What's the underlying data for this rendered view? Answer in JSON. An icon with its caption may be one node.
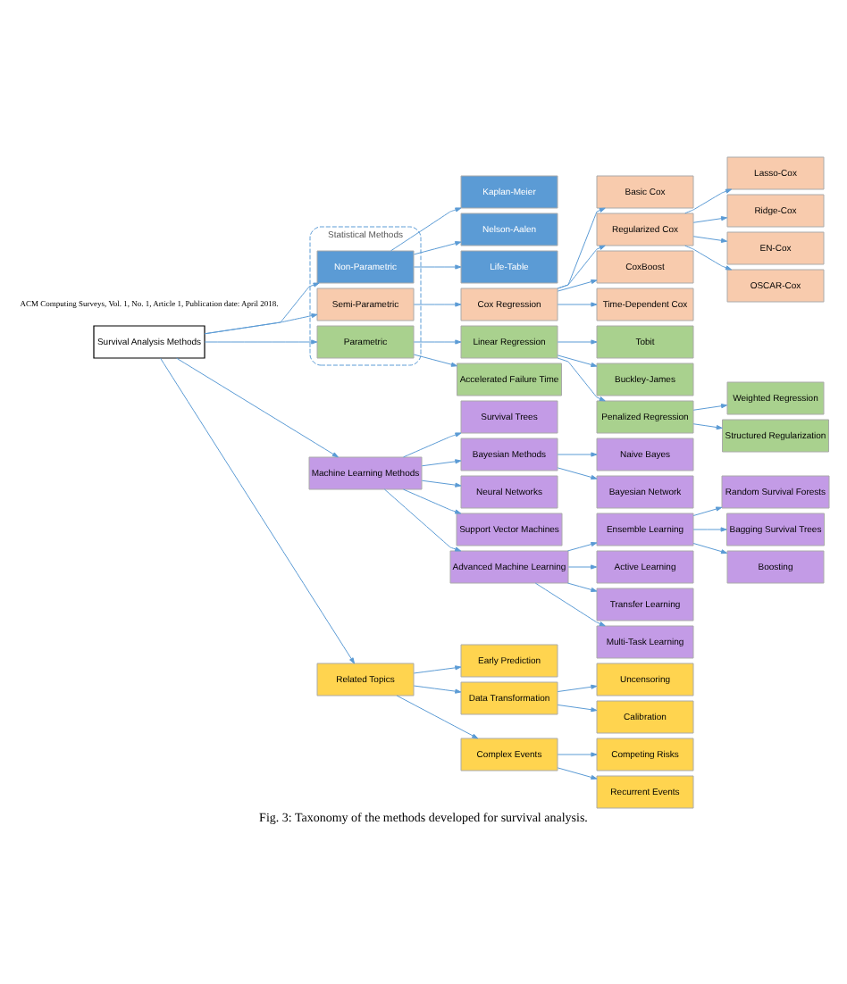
{
  "diagram": {
    "caption": "Fig. 3: Taxonomy of the methods developed for survival analysis.",
    "nodes": [
      {
        "text": [
          "Survival Analysis Methods"
        ]
      },
      {
        "text": [
          "Statistical Methods"
        ]
      },
      {
        "text": [
          "Non-Parametric"
        ],
        "in": 1
      },
      {
        "text": [
          "Semi-Parametric"
        ],
        "in": 1
      },
      {
        "text": [
          "Parametric"
        ],
        "in": 1
      },
      {
        "text": [
          "Machine Learning Methods"
        ]
      },
      {
        "text": [
          "Related Topics"
        ]
      },
      {
        "text": [
          "Kaplan-Meier"
        ]
      },
      {
        "text": [
          "Nelson-Aalen"
        ]
      },
      {
        "text": [
          "Life-Table"
        ]
      },
      {
        "text": [
          "Cox Regression"
        ]
      },
      {
        "text": [
          "Basic Cox"
        ]
      },
      {
        "text": [
          "Regularized Cox"
        ]
      },
      {
        "text": [
          "CoxBoost"
        ]
      },
      {
        "text": [
          "Time-Dependent Cox"
        ]
      },
      {
        "text": [
          "Lasso-Cox"
        ]
      },
      {
        "text": [
          "Ridge-Cox"
        ]
      },
      {
        "text": [
          "EN-Cox"
        ]
      },
      {
        "text": [
          "OSCAR-Cox"
        ]
      },
      {
        "text": [
          "Linear Regression"
        ]
      },
      {
        "text": [
          "Accelerated Failure Time"
        ]
      },
      {
        "text": [
          "Tobit"
        ]
      },
      {
        "text": [
          "Buckley-James"
        ]
      },
      {
        "text": [
          "Penalized Regression"
        ]
      },
      {
        "text": [
          "Weighted Regression"
        ]
      },
      {
        "text": [
          "Structured Regularization"
        ]
      },
      {
        "text": [
          "Survival Trees"
        ]
      },
      {
        "text": [
          "Bayesian Methods"
        ]
      },
      {
        "text": [
          "Neural Networks"
        ]
      },
      {
        "text": [
          "Support Vector Machines"
        ]
      },
      {
        "text": [
          "Advanced Machine Learning"
        ]
      },
      {
        "text": [
          "Naive Bayes"
        ]
      },
      {
        "text": [
          "Bayesian Network"
        ]
      },
      {
        "text": [
          "Ensemble Learning"
        ]
      },
      {
        "text": [
          "Active Learning"
        ]
      },
      {
        "text": [
          "Transfer Learning"
        ]
      },
      {
        "text": [
          "Multi-Task Learning"
        ]
      },
      {
        "text": [
          "Random Survival Forests"
        ]
      },
      {
        "text": [
          "Bagging Survival Trees"
        ]
      },
      {
        "text": [
          "Boosting"
        ]
      },
      {
        "text": [
          "Early Prediction"
        ]
      },
      {
        "text": [
          "Data Transformation"
        ]
      },
      {
        "text": [
          "Complex Events"
        ]
      },
      {
        "text": [
          "Uncensoring"
        ]
      },
      {
        "text": [
          "Calibration"
        ]
      },
      {
        "text": [
          "Competing Risks"
        ]
      },
      {
        "text": [
          "Recurrent Events"
        ]
      }
    ],
    "edges": [
      {
        "from": 0,
        "to": 2,
        "arrow": "to"
      },
      {
        "from": 0,
        "to": 3,
        "arrow": "to"
      },
      {
        "from": 0,
        "to": 4,
        "arrow": "to"
      },
      {
        "from": 0,
        "to": 5,
        "arrow": "to"
      },
      {
        "from": 0,
        "to": 6,
        "arrow": "to"
      },
      {
        "from": 2,
        "to": 7,
        "arrow": "to"
      },
      {
        "from": 2,
        "to": 8,
        "arrow": "to"
      },
      {
        "from": 2,
        "to": 9,
        "arrow": "to"
      },
      {
        "from": 3,
        "to": 10,
        "arrow": "to"
      },
      {
        "from": 10,
        "to": 11,
        "arrow": "to"
      },
      {
        "from": 10,
        "to": 12,
        "arrow": "to"
      },
      {
        "from": 10,
        "to": 13,
        "arrow": "to"
      },
      {
        "from": 10,
        "to": 14,
        "arrow": "to"
      },
      {
        "from": 12,
        "to": 15,
        "arrow": "to"
      },
      {
        "from": 12,
        "to": 16,
        "arrow": "to"
      },
      {
        "from": 12,
        "to": 17,
        "arrow": "to"
      },
      {
        "from": 12,
        "to": 18,
        "arrow": "to"
      },
      {
        "from": 4,
        "to": 19,
        "arrow": "to"
      },
      {
        "from": 4,
        "to": 20,
        "arrow": "to"
      },
      {
        "from": 19,
        "to": 21,
        "arrow": "to"
      },
      {
        "from": 19,
        "to": 22,
        "arrow": "to"
      },
      {
        "from": 19,
        "to": 23,
        "arrow": "to"
      },
      {
        "from": 23,
        "to": 24,
        "arrow": "to"
      },
      {
        "from": 23,
        "to": 25,
        "arrow": "to"
      },
      {
        "from": 5,
        "to": 26,
        "arrow": "to"
      },
      {
        "from": 5,
        "to": 27,
        "arrow": "to"
      },
      {
        "from": 5,
        "to": 28,
        "arrow": "to"
      },
      {
        "from": 5,
        "to": 29,
        "arrow": "to"
      },
      {
        "from": 5,
        "to": 30,
        "arrow": "to"
      },
      {
        "from": 27,
        "to": 31,
        "arrow": "to"
      },
      {
        "from": 27,
        "to": 32,
        "arrow": "to"
      },
      {
        "from": 30,
        "to": 33,
        "arrow": "to"
      },
      {
        "from": 30,
        "to": 34,
        "arrow": "to"
      },
      {
        "from": 30,
        "to": 35,
        "arrow": "to"
      },
      {
        "from": 30,
        "to": 36,
        "arrow": "to"
      },
      {
        "from": 33,
        "to": 37,
        "arrow": "to"
      },
      {
        "from": 33,
        "to": 38,
        "arrow": "to"
      },
      {
        "from": 33,
        "to": 39,
        "arrow": "to"
      },
      {
        "from": 6,
        "to": 40,
        "arrow": "to"
      },
      {
        "from": 6,
        "to": 41,
        "arrow": "to"
      },
      {
        "from": 6,
        "to": 42,
        "arrow": "to"
      },
      {
        "from": 41,
        "to": 43,
        "arrow": "to"
      },
      {
        "from": 41,
        "to": 44,
        "arrow": "to"
      },
      {
        "from": 42,
        "to": 45,
        "arrow": "to"
      },
      {
        "from": 42,
        "to": 46,
        "arrow": "to"
      }
    ],
    "labels": [
      "ACM Computing Surveys, Vol. 1, No. 1, Article 1, Publication date: April 2018."
    ]
  }
}
